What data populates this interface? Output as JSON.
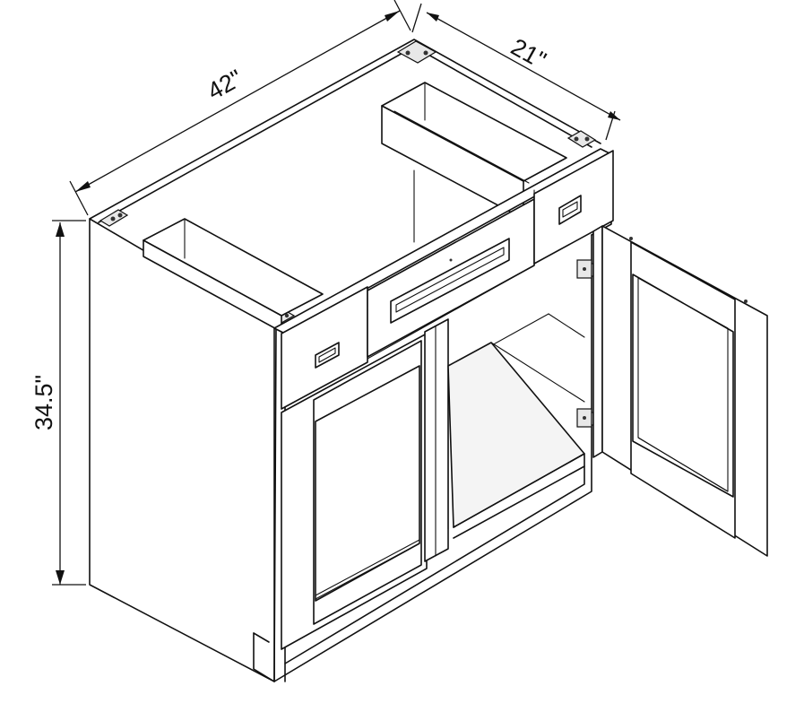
{
  "dimensions": {
    "width": "42\"",
    "depth": "21\"",
    "height": "34.5\""
  },
  "colors": {
    "line": "#111111",
    "background": "#ffffff"
  }
}
